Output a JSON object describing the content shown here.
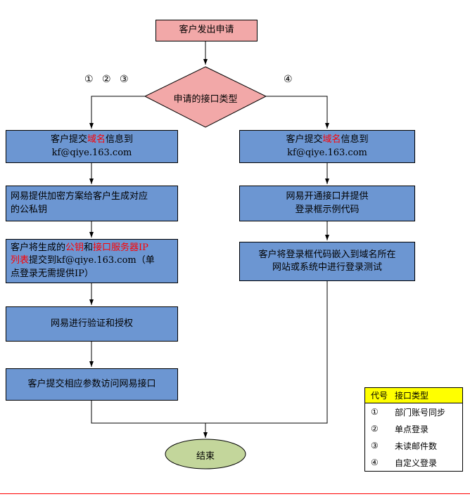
{
  "flow": {
    "start_label": "客户发出申请",
    "decision_label": "申请的接口类型",
    "left_branch_label": "① ② ③",
    "right_branch_label": "④",
    "end_label": "结束",
    "left_steps": [
      {
        "segments": [
          {
            "t": "客户提交"
          },
          {
            "t": "域名",
            "c": "#FF0000"
          },
          {
            "t": "信息到\n"
          },
          {
            "t": "kf@qiye.163.com"
          }
        ]
      },
      {
        "segments": [
          {
            "t": "网易提供加密方案给客户生成对应\n的公私钥"
          }
        ]
      },
      {
        "segments": [
          {
            "t": "客户将生成的"
          },
          {
            "t": "公钥",
            "c": "#FF0000"
          },
          {
            "t": "和"
          },
          {
            "t": "接口服务器IP",
            "c": "#FF0000"
          },
          {
            "t": "\n"
          },
          {
            "t": "列表",
            "c": "#FF0000"
          },
          {
            "t": "提交到kf@qiye.163.com（单\n点登录无需提供IP）"
          }
        ]
      },
      {
        "segments": [
          {
            "t": "网易进行验证和授权"
          }
        ]
      },
      {
        "segments": [
          {
            "t": "客户提交相应参数访问网易接口"
          }
        ]
      }
    ],
    "right_steps": [
      {
        "segments": [
          {
            "t": "客户提交"
          },
          {
            "t": "域名",
            "c": "#FF0000"
          },
          {
            "t": "信息到\n"
          },
          {
            "t": "kf@qiye.163.com"
          }
        ]
      },
      {
        "segments": [
          {
            "t": "网易开通接口并提供\n登录框示例代码"
          }
        ]
      },
      {
        "segments": [
          {
            "t": "客户将登录框代码嵌入到域名所在\n网站或系统中进行登录测试"
          }
        ]
      }
    ]
  },
  "legend": {
    "title_col1": "代号",
    "title_col2": "接口类型",
    "rows": [
      {
        "symbol": "①",
        "label": "部门账号同步"
      },
      {
        "symbol": "②",
        "label": "单点登录"
      },
      {
        "symbol": "③",
        "label": "未读邮件数"
      },
      {
        "symbol": "④",
        "label": "自定义登录"
      }
    ]
  },
  "colors": {
    "process_fill": "#6C96D2",
    "terminal_fill": "#F2A8A8",
    "decision_fill": "#F2A8A8",
    "end_fill": "#C3D69B",
    "legend_header_fill": "#FFFF00",
    "highlight_text": "#FF0000",
    "stroke": "#000000"
  }
}
